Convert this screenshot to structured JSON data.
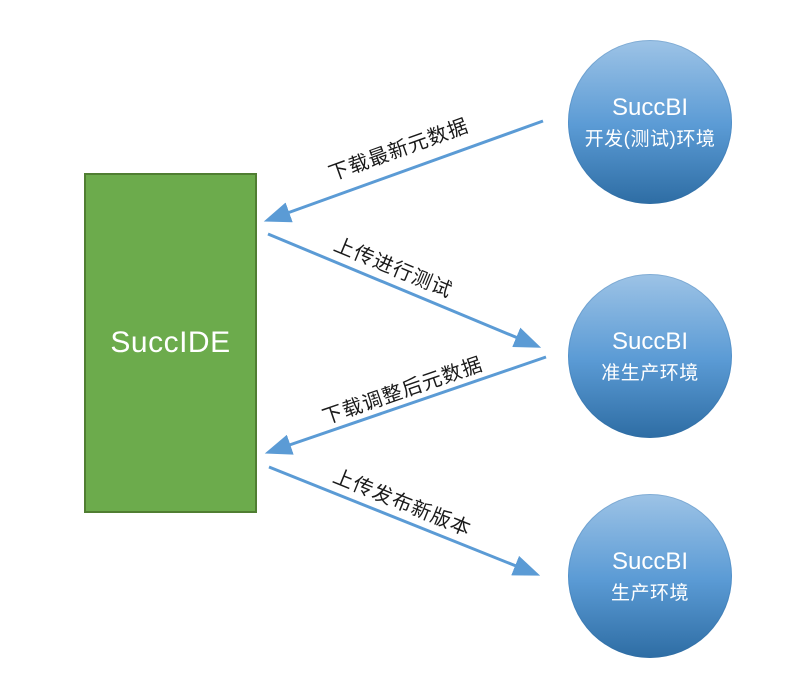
{
  "diagram": {
    "ide": {
      "label": "SuccIDE"
    },
    "environments": [
      {
        "title": "SuccBI",
        "subtitle": "开发(测试)环境"
      },
      {
        "title": "SuccBI",
        "subtitle": "准生产环境"
      },
      {
        "title": "SuccBI",
        "subtitle": "生产环境"
      }
    ],
    "flows": [
      {
        "label": "下载最新元数据",
        "direction": "env-dev-to-ide"
      },
      {
        "label": "上传进行测试",
        "direction": "ide-to-env-staging"
      },
      {
        "label": "下载调整后元数据",
        "direction": "env-staging-to-ide"
      },
      {
        "label": "上传发布新版本",
        "direction": "ide-to-env-prod"
      }
    ],
    "colors": {
      "ide_fill": "#6CAB4C",
      "ide_border": "#507E32",
      "env_top": "#9DC3E6",
      "env_mid": "#5B9BD5",
      "env_bottom": "#2E6DA4",
      "arrow": "#5B9BD5",
      "label_text": "#1A1A1A",
      "node_text": "#FFFFFF"
    }
  }
}
